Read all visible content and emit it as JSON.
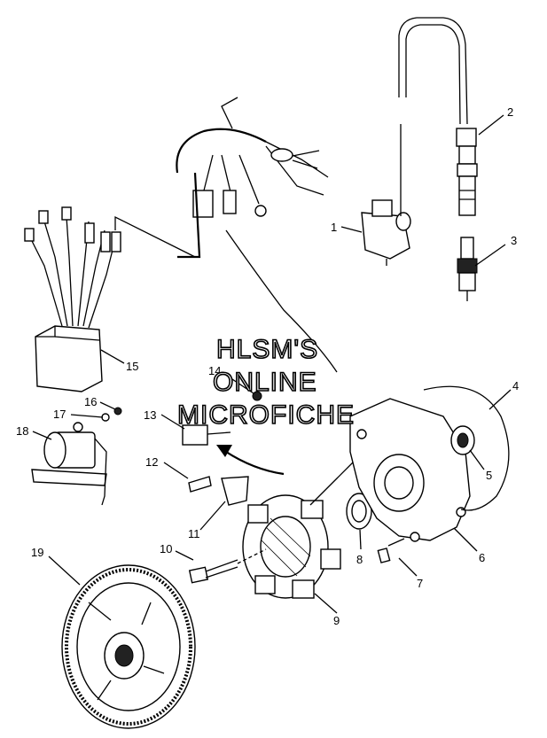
{
  "watermark": [
    "HLSM'S",
    "ONLINE",
    "MICROFICHE"
  ],
  "callouts": [
    {
      "id": "c1",
      "text": "1"
    },
    {
      "id": "c2",
      "text": "2"
    },
    {
      "id": "c3",
      "text": "3"
    },
    {
      "id": "c4",
      "text": "4"
    },
    {
      "id": "c5",
      "text": "5"
    },
    {
      "id": "c6",
      "text": "6"
    },
    {
      "id": "c7",
      "text": "7"
    },
    {
      "id": "c8",
      "text": "8"
    },
    {
      "id": "c9",
      "text": "9"
    },
    {
      "id": "c10",
      "text": "10"
    },
    {
      "id": "c11",
      "text": "11"
    },
    {
      "id": "c12",
      "text": "12"
    },
    {
      "id": "c13",
      "text": "13"
    },
    {
      "id": "c14",
      "text": "14"
    },
    {
      "id": "c15",
      "text": "15"
    },
    {
      "id": "c16",
      "text": "16"
    },
    {
      "id": "c17",
      "text": "17"
    },
    {
      "id": "c18",
      "text": "18"
    },
    {
      "id": "c19",
      "text": "19"
    }
  ]
}
